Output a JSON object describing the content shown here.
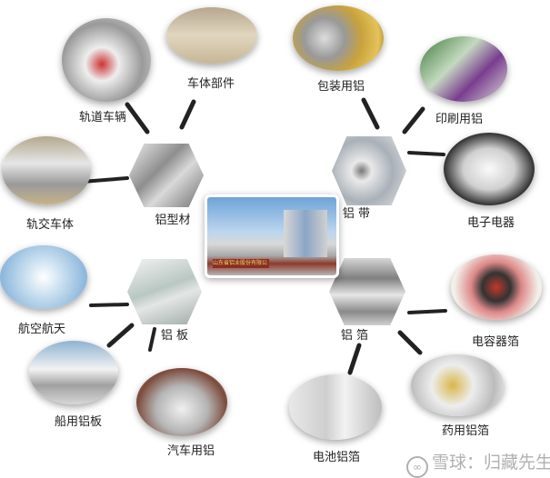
{
  "center": {
    "sign_text": "山东省铝业股份有限公司"
  },
  "hubs": [
    {
      "id": "profile",
      "label": "铝型材"
    },
    {
      "id": "strip",
      "label": "铝  带"
    },
    {
      "id": "plate",
      "label": "铝  板"
    },
    {
      "id": "foil",
      "label": "铝  箔"
    }
  ],
  "applications": [
    {
      "label": "轨道车辆",
      "hub": "profile"
    },
    {
      "label": "车体部件",
      "hub": "profile"
    },
    {
      "label": "轨交车体",
      "hub": "profile"
    },
    {
      "label": "包装用铝",
      "hub": "strip"
    },
    {
      "label": "印刷用铝",
      "hub": "strip"
    },
    {
      "label": "电子电器",
      "hub": "strip"
    },
    {
      "label": "航空航天",
      "hub": "plate"
    },
    {
      "label": "船用铝板",
      "hub": "plate"
    },
    {
      "label": "汽车用铝",
      "hub": "plate"
    },
    {
      "label": "电容器箔",
      "hub": "foil"
    },
    {
      "label": "药用铝箔",
      "hub": "foil"
    },
    {
      "label": "电池铝箔",
      "hub": "foil"
    }
  ],
  "watermark": {
    "logo_icon": "snowball-logo-icon",
    "text": "雪球：归藏先生"
  }
}
